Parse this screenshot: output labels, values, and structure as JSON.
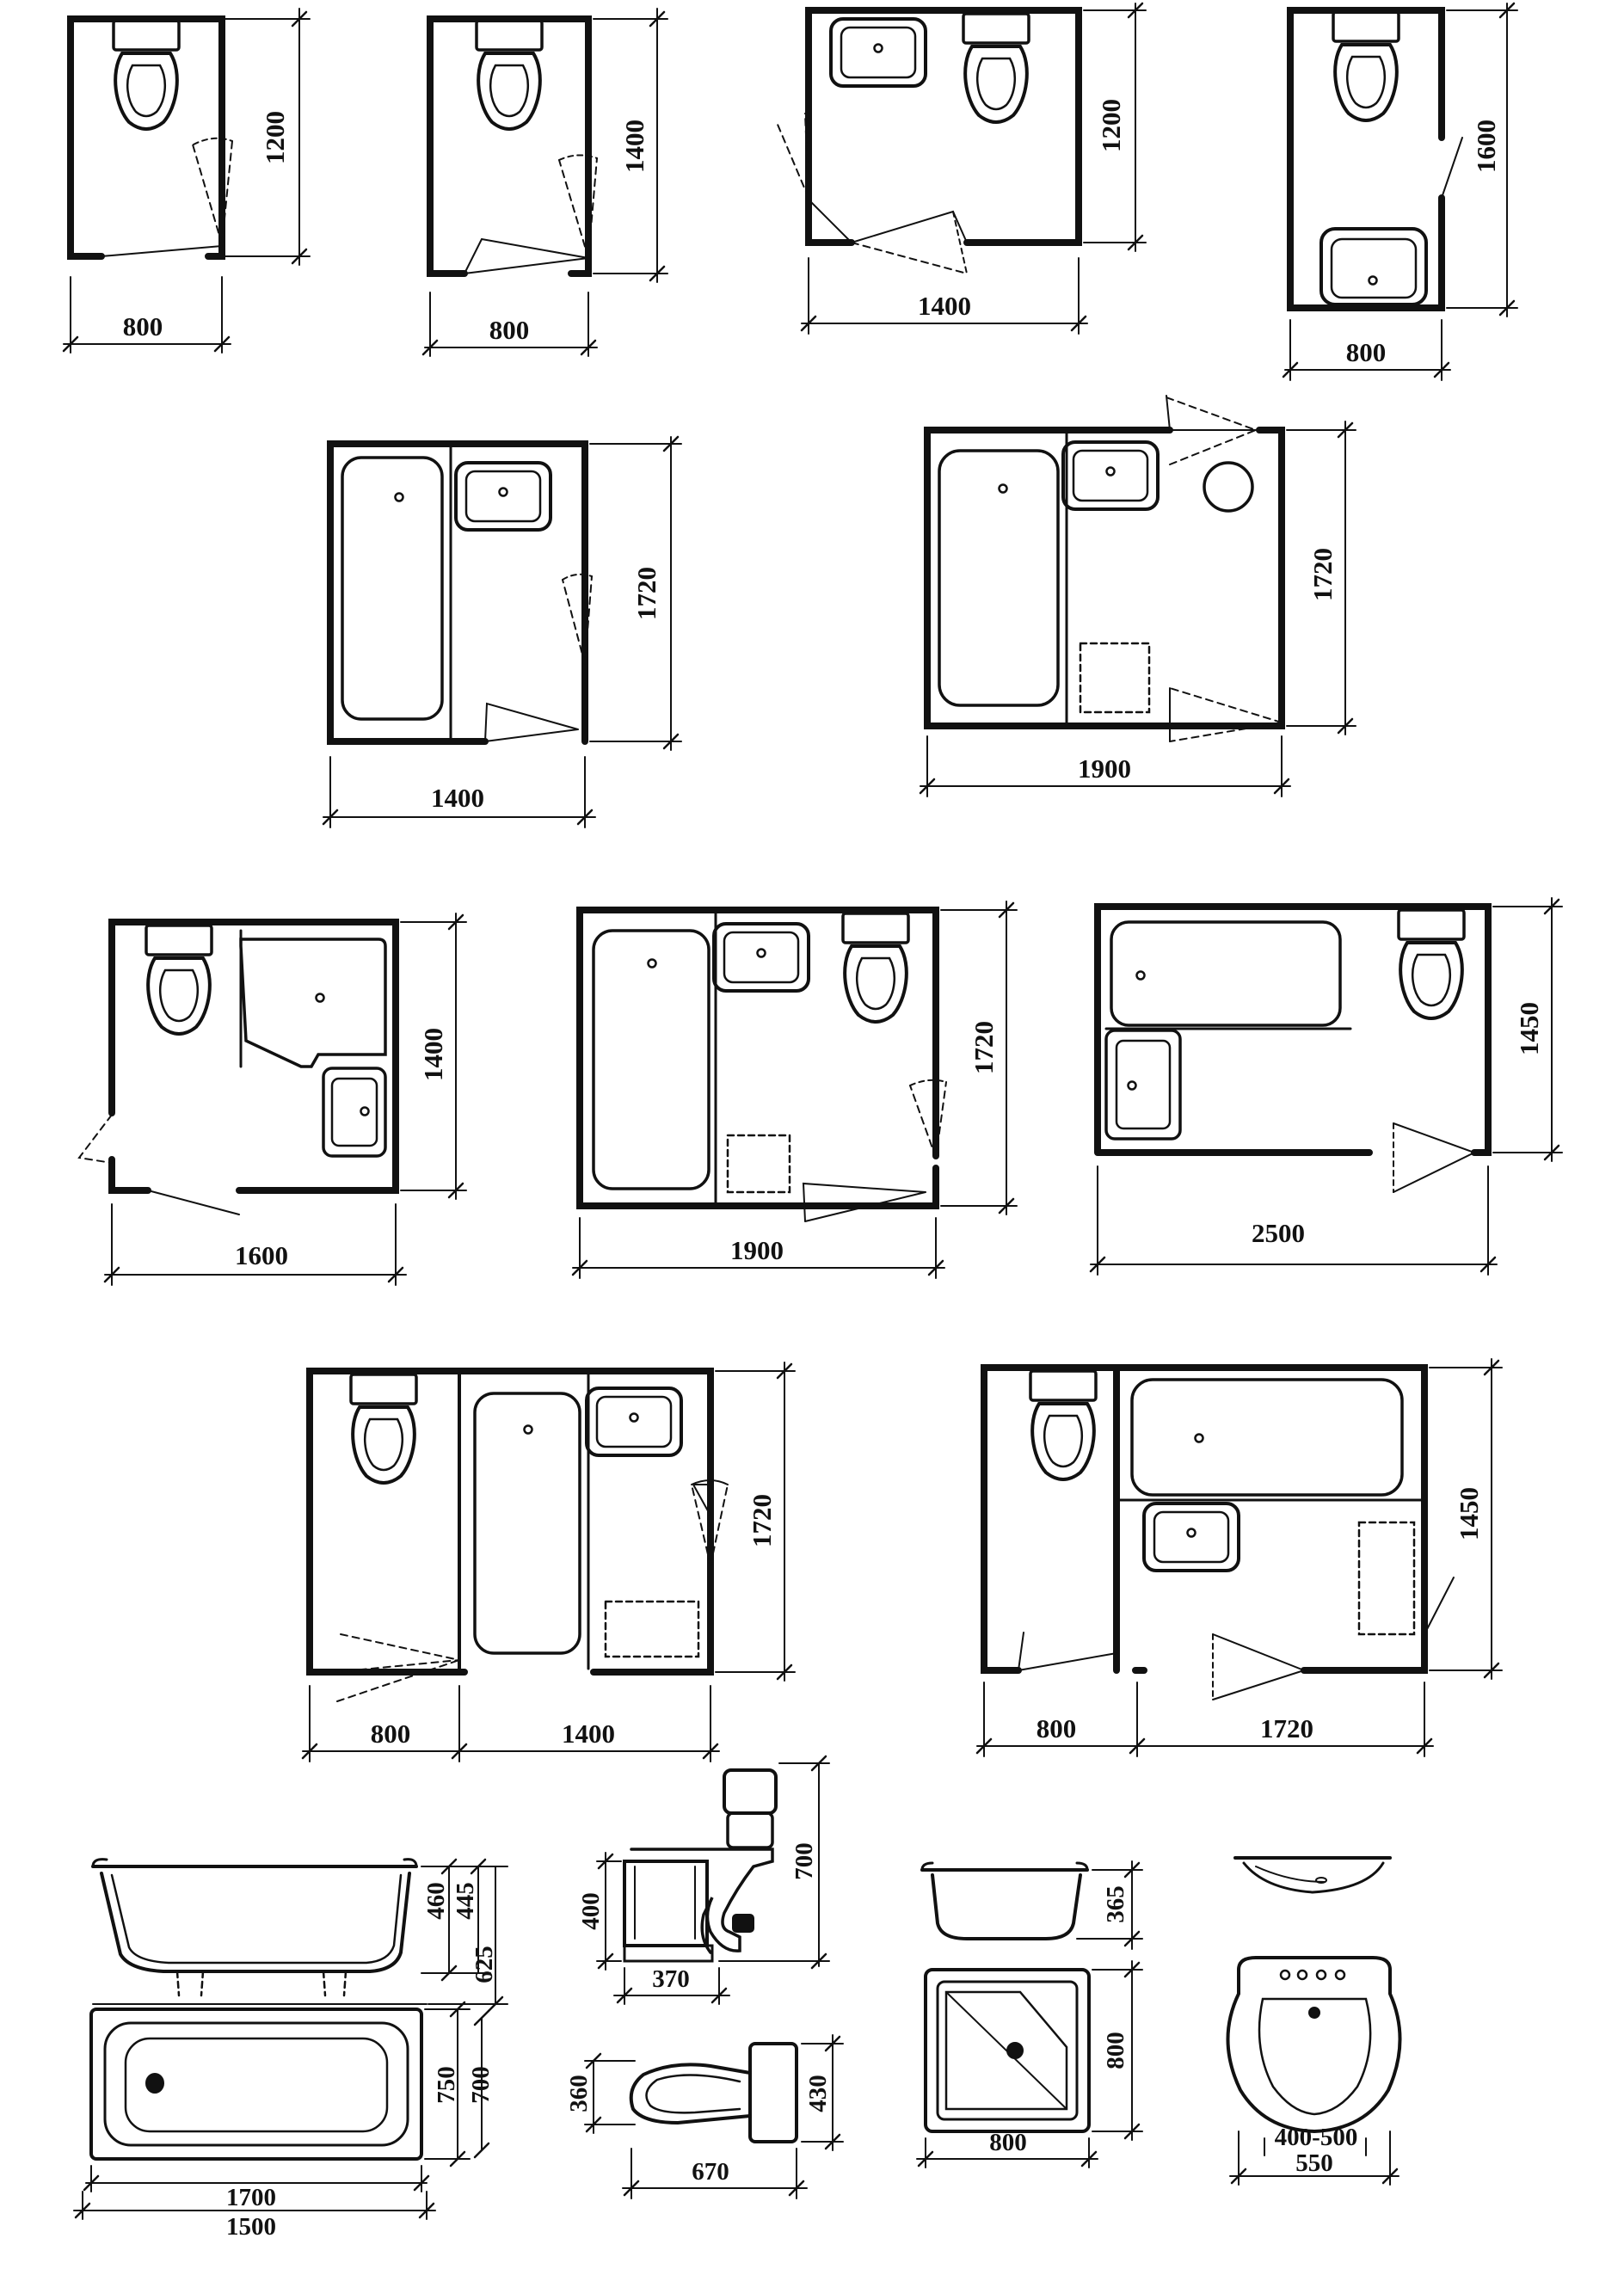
{
  "colors": {
    "ink": "#111111",
    "paper": "#ffffff"
  },
  "plans": [
    {
      "id": "wc-a",
      "dims": [
        "1200",
        "800"
      ]
    },
    {
      "id": "wc-b",
      "dims": [
        "1400",
        "800"
      ]
    },
    {
      "id": "wc-c",
      "dims": [
        "1200",
        "1400"
      ]
    },
    {
      "id": "wc-d",
      "dims": [
        "1600",
        "800"
      ]
    },
    {
      "id": "bath-a",
      "dims": [
        "1720",
        "1400"
      ]
    },
    {
      "id": "bath-b",
      "dims": [
        "1720",
        "1900"
      ]
    },
    {
      "id": "comb-a",
      "dims": [
        "1400",
        "1600"
      ]
    },
    {
      "id": "comb-b",
      "dims": [
        "1720",
        "1900"
      ]
    },
    {
      "id": "comb-c",
      "dims": [
        "1450",
        "2500"
      ]
    },
    {
      "id": "sep-a",
      "dims": [
        "1720",
        "800",
        "1400"
      ]
    },
    {
      "id": "sep-b",
      "dims": [
        "1450",
        "800",
        "1720"
      ]
    }
  ],
  "fixtures": {
    "bathtub": {
      "dims": [
        "460",
        "445",
        "625",
        "750",
        "700",
        "1700",
        "1500"
      ]
    },
    "toilet": {
      "dims": [
        "700",
        "400",
        "370",
        "360",
        "430",
        "670"
      ]
    },
    "shower": {
      "dims": [
        "365",
        "800",
        "800"
      ]
    },
    "washbasin": {
      "dims": [
        "400-500",
        "550"
      ]
    }
  }
}
